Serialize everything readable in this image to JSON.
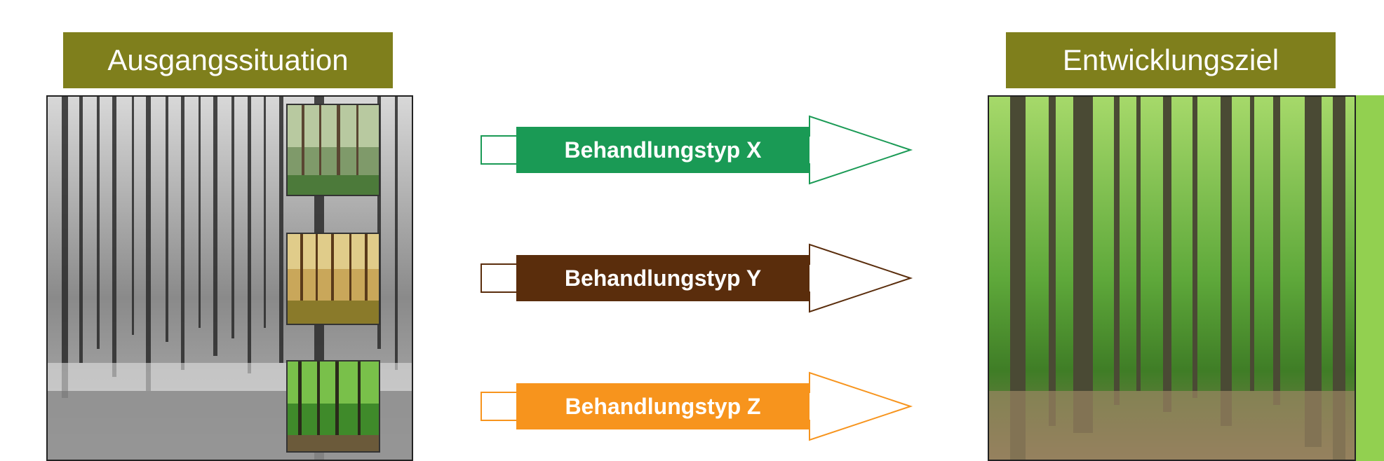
{
  "headers": {
    "left": "Ausgangssituation",
    "right": "Entwicklungsziel"
  },
  "treatments": [
    {
      "label": "Behandlungstyp X",
      "color": "#1a9a55"
    },
    {
      "label": "Behandlungstyp Y",
      "color": "#5a2d0c"
    },
    {
      "label": "Behandlungstyp Z",
      "color": "#f7941d"
    }
  ],
  "colors": {
    "header_bg": "#7f7f1c",
    "strip_green": "#92d050"
  },
  "images": {
    "left": "grayscale-pine-forest-photo",
    "right": "green-beech-forest-photo",
    "insets": [
      "pine-forest-thumbnail",
      "autumn-forest-thumbnail",
      "green-forest-thumbnail"
    ]
  }
}
